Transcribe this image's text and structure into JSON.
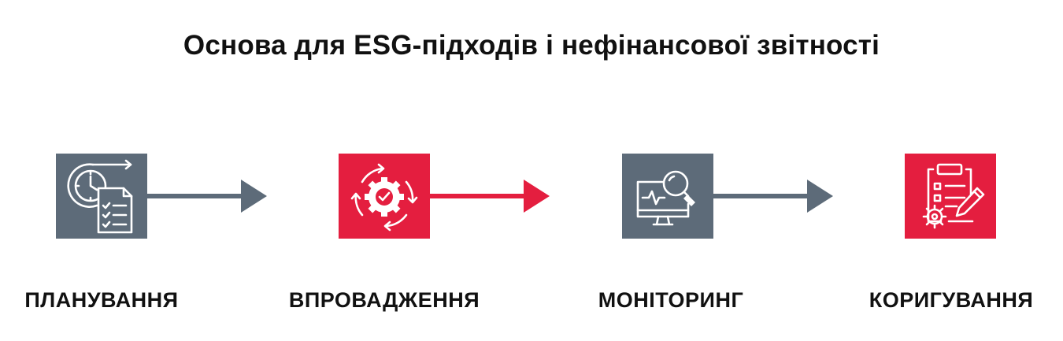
{
  "title": "Основа для ESG-підходів і нефінансової звітності",
  "colors": {
    "slate": "#5d6b79",
    "red": "#e41e3f",
    "text": "#111111"
  },
  "steps": [
    {
      "label": "ПЛАНУВАННЯ",
      "icon": "clock-checklist-icon",
      "color": "slate"
    },
    {
      "label": "ВПРОВАДЖЕННЯ",
      "icon": "gear-cycle-check-icon",
      "color": "red"
    },
    {
      "label": "МОНІТОРИНГ",
      "icon": "monitor-magnifier-icon",
      "color": "slate"
    },
    {
      "label": "КОРИГУВАННЯ",
      "icon": "clipboard-gear-pencil-icon",
      "color": "red"
    }
  ]
}
